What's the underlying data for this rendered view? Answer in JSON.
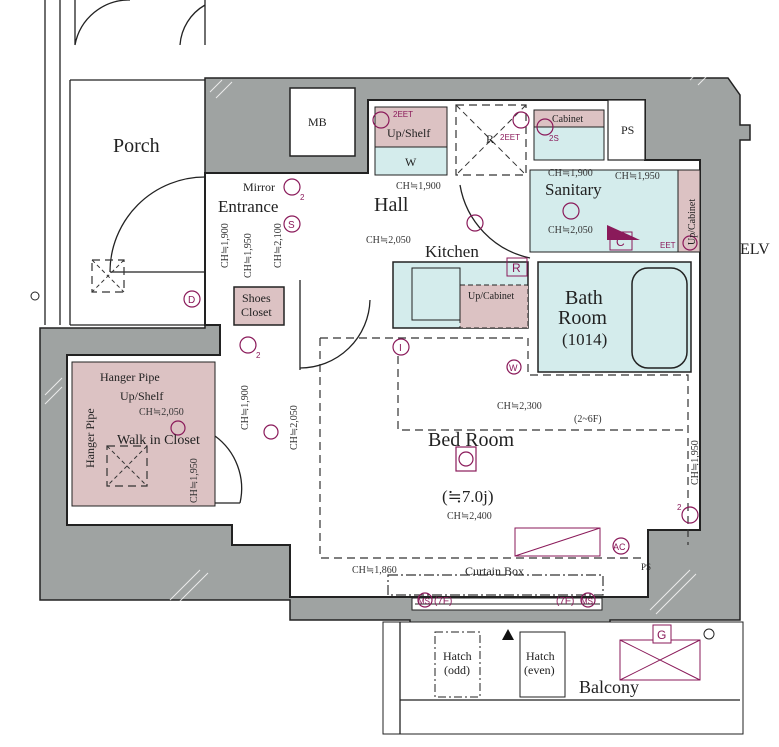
{
  "colors": {
    "wall": "#9fa3a2",
    "wet_area": "#d4ecec",
    "storage": "#dcc2c3",
    "fixture": "#8a1a5a"
  },
  "rooms": {
    "porch": "Porch",
    "mb": "MB",
    "ps_top": "PS",
    "elv": "ELV",
    "entrance": "Entrance",
    "mirror": "Mirror",
    "hall": "Hall",
    "kitchen": "Kitchen",
    "sanitary": "Sanitary",
    "bath_line1": "Bath",
    "bath_line2": "Room",
    "bath_size": "(1014)",
    "shoes_line1": "Shoes",
    "shoes_line2": "Closet",
    "bedroom": "Bed Room",
    "bedroom_size": "(≒7.0j)",
    "wic": "Walk in Closet",
    "hanger_pipe_h": "Hanger Pipe",
    "hanger_pipe_v": "Hanger Pipe",
    "wic_shelf": "Up/Shelf",
    "curtain_box": "Curtain Box",
    "balcony": "Balcony",
    "hatch_odd_1": "Hatch",
    "hatch_odd_2": "(odd)",
    "hatch_even_1": "Hatch",
    "hatch_even_2": "(even)",
    "up_shelf": "Up/Shelf",
    "w": "W",
    "r_hall": "R",
    "cabinet": "Cabinet",
    "up_cabinet_kitchen": "Up/Cabinet",
    "up_cabinet_sanitary": "Up/Cabinet",
    "ps_side": "PS"
  },
  "ceiling_heights": {
    "hall_shelf": "CH≒1,900",
    "hall": "CH≒2,050",
    "sanitary_top": "CH≒1,900",
    "sanitary_right": "CH≒1,950",
    "sanitary": "CH≒2,050",
    "entrance_1": "CH≒1,900",
    "entrance_2": "CH≒1,950",
    "entrance_3": "CH≒2,100",
    "corridor_1": "CH≒1,900",
    "corridor_2": "CH≒2,050",
    "wic": "CH≒2,050",
    "wic_side": "CH≒1,950",
    "bedroom_upper": "CH≒2,300",
    "bedroom_floor_note": "(2~6F)",
    "bedroom": "CH≒2,400",
    "bedroom_right": "CH≒1,950",
    "window": "CH≒1,860"
  },
  "symbols": {
    "eet_1": "2EET",
    "eet_2": "2EET",
    "eet_3": "EET",
    "s2": "2S",
    "c": "C",
    "r_kitchen": "R",
    "s": "S",
    "d": "D",
    "i": "I",
    "w_outlet": "W",
    "ac": "AC",
    "ms_left": "MS",
    "ms_right": "MS",
    "floor_7f_left": "(7F)",
    "floor_7f_right": "(7F)",
    "g": "G",
    "sub2_a": "2",
    "sub2_b": "2",
    "sub2_c": "2"
  }
}
